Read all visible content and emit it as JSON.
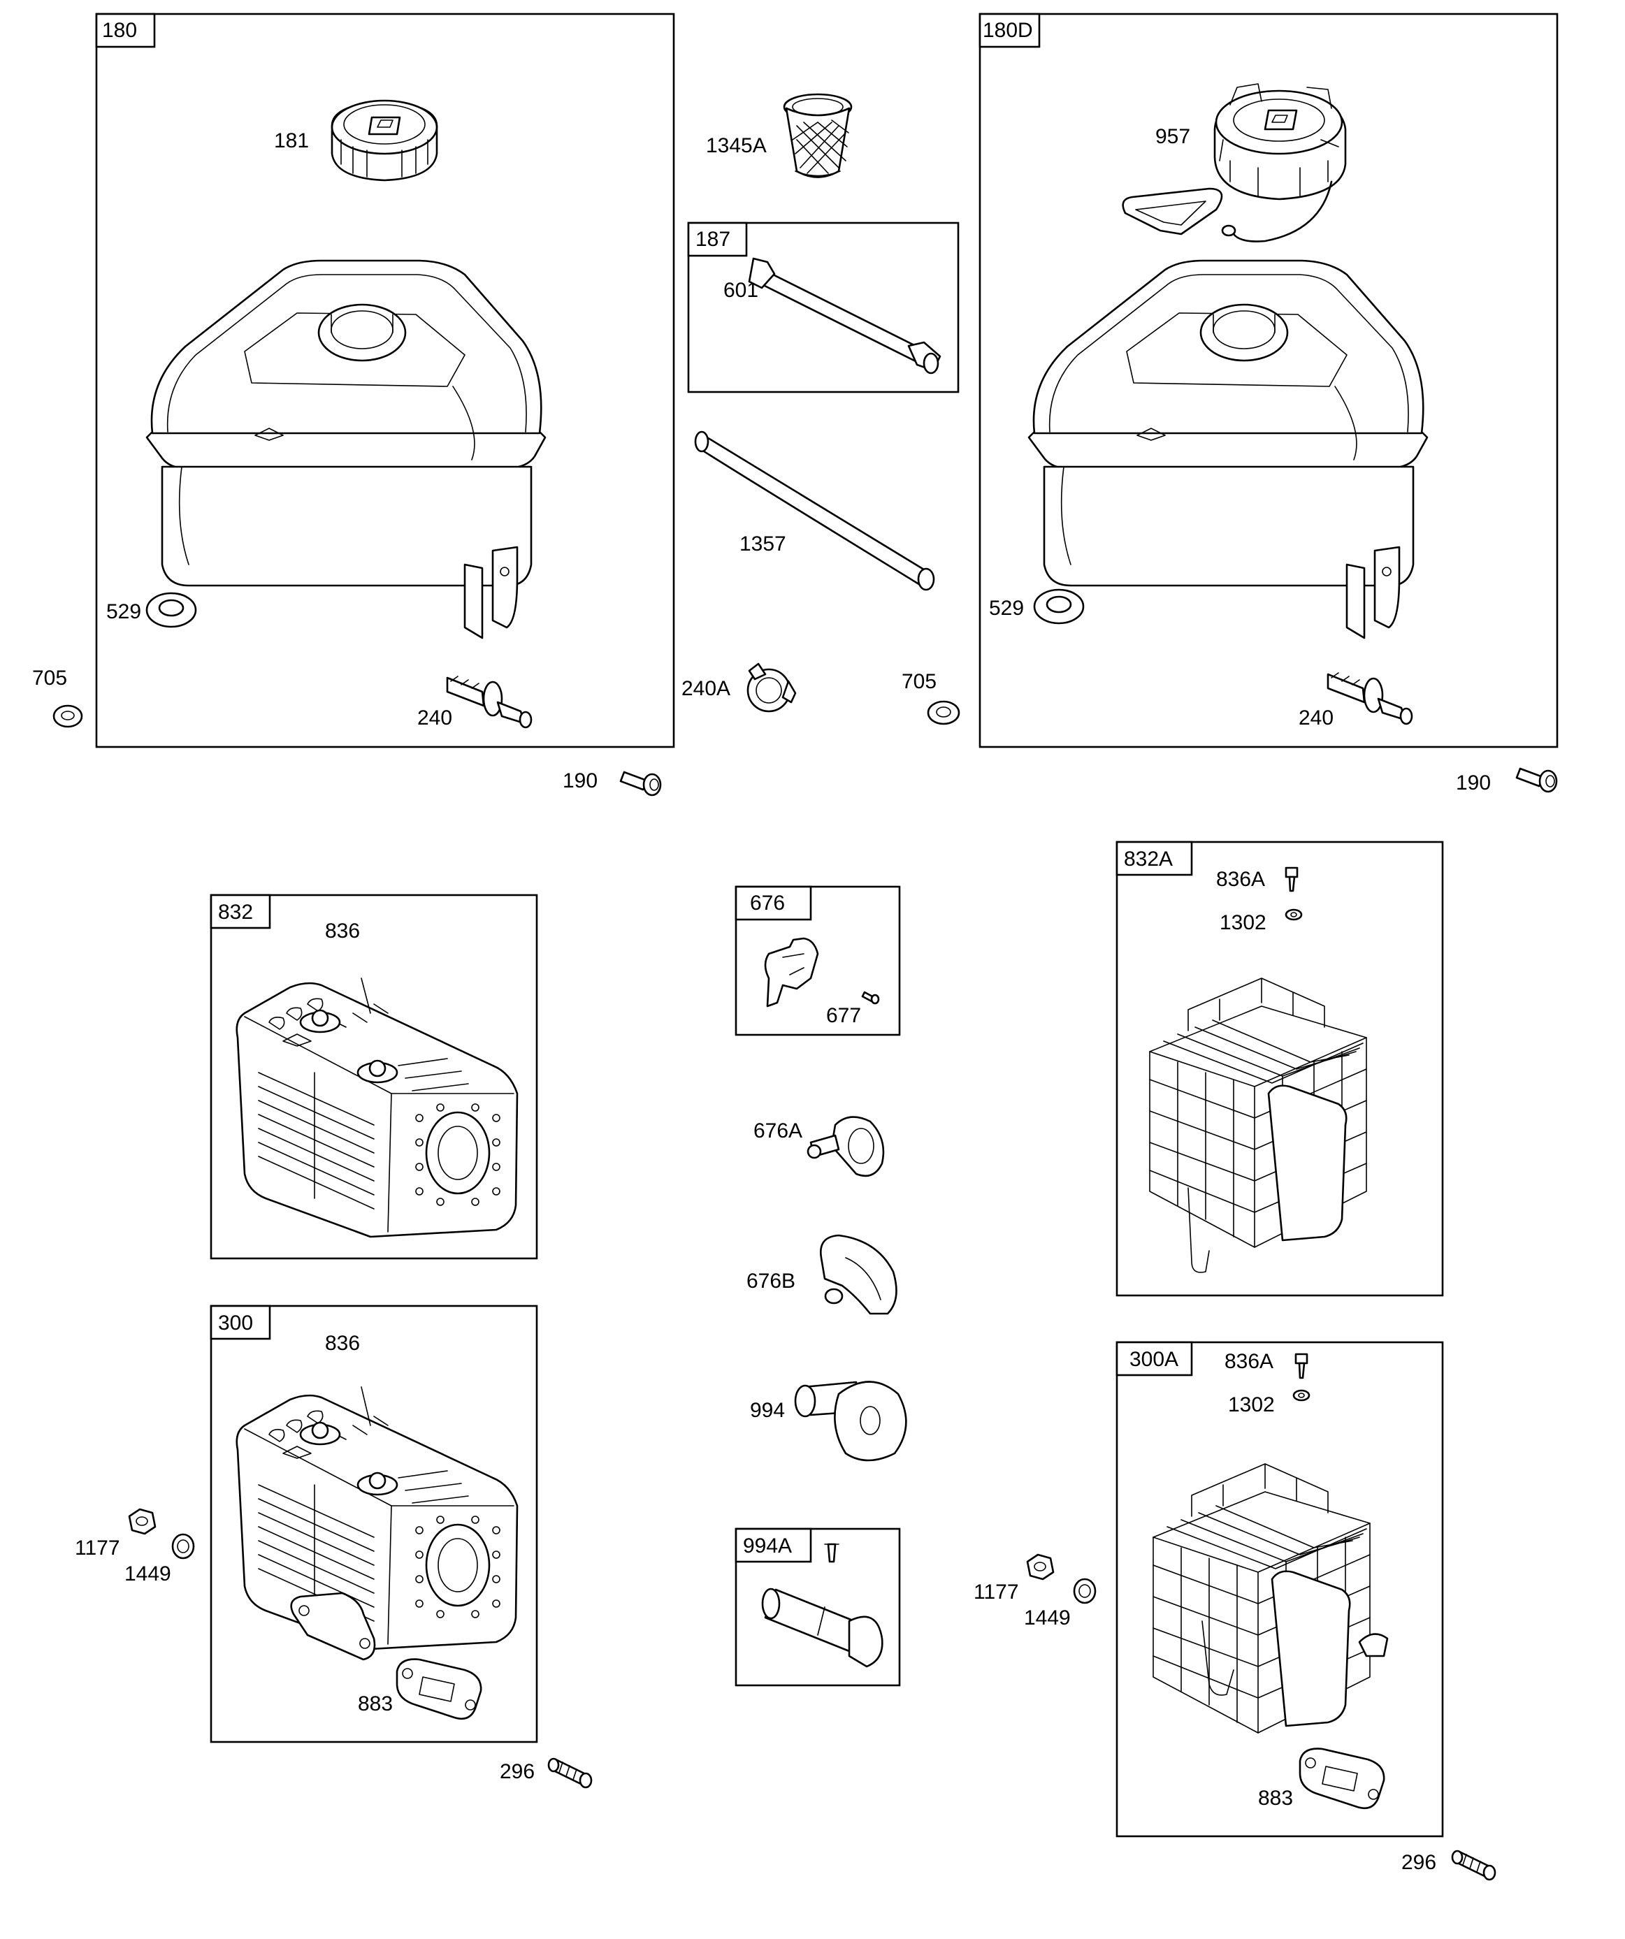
{
  "groups": [
    {
      "id": "180",
      "label": "180"
    },
    {
      "id": "180D",
      "label": "180D"
    },
    {
      "id": "187",
      "label": "187"
    },
    {
      "id": "832",
      "label": "832"
    },
    {
      "id": "832A",
      "label": "832A"
    },
    {
      "id": "676",
      "label": "676"
    },
    {
      "id": "300",
      "label": "300"
    },
    {
      "id": "300A",
      "label": "300A"
    },
    {
      "id": "994A",
      "label": "994A"
    }
  ],
  "callouts": {
    "c181": "181",
    "c529a": "529",
    "c705a": "705",
    "c240a": "240",
    "c190a": "190",
    "c1345A": "1345A",
    "c601": "601",
    "c1357": "1357",
    "c240A": "240A",
    "c705b": "705",
    "c957": "957",
    "c529b": "529",
    "c240b": "240",
    "c190b": "190",
    "c836a": "836",
    "c677": "677",
    "c676A": "676A",
    "c676B": "676B",
    "c994": "994",
    "c836Aa": "836A",
    "c1302a": "1302",
    "c836b": "836",
    "c1177a": "1177",
    "c1449a": "1449",
    "c883a": "883",
    "c296a": "296",
    "c836Ab": "836A",
    "c1302b": "1302",
    "c1177b": "1177",
    "c1449b": "1449",
    "c883b": "883",
    "c296b": "296"
  }
}
